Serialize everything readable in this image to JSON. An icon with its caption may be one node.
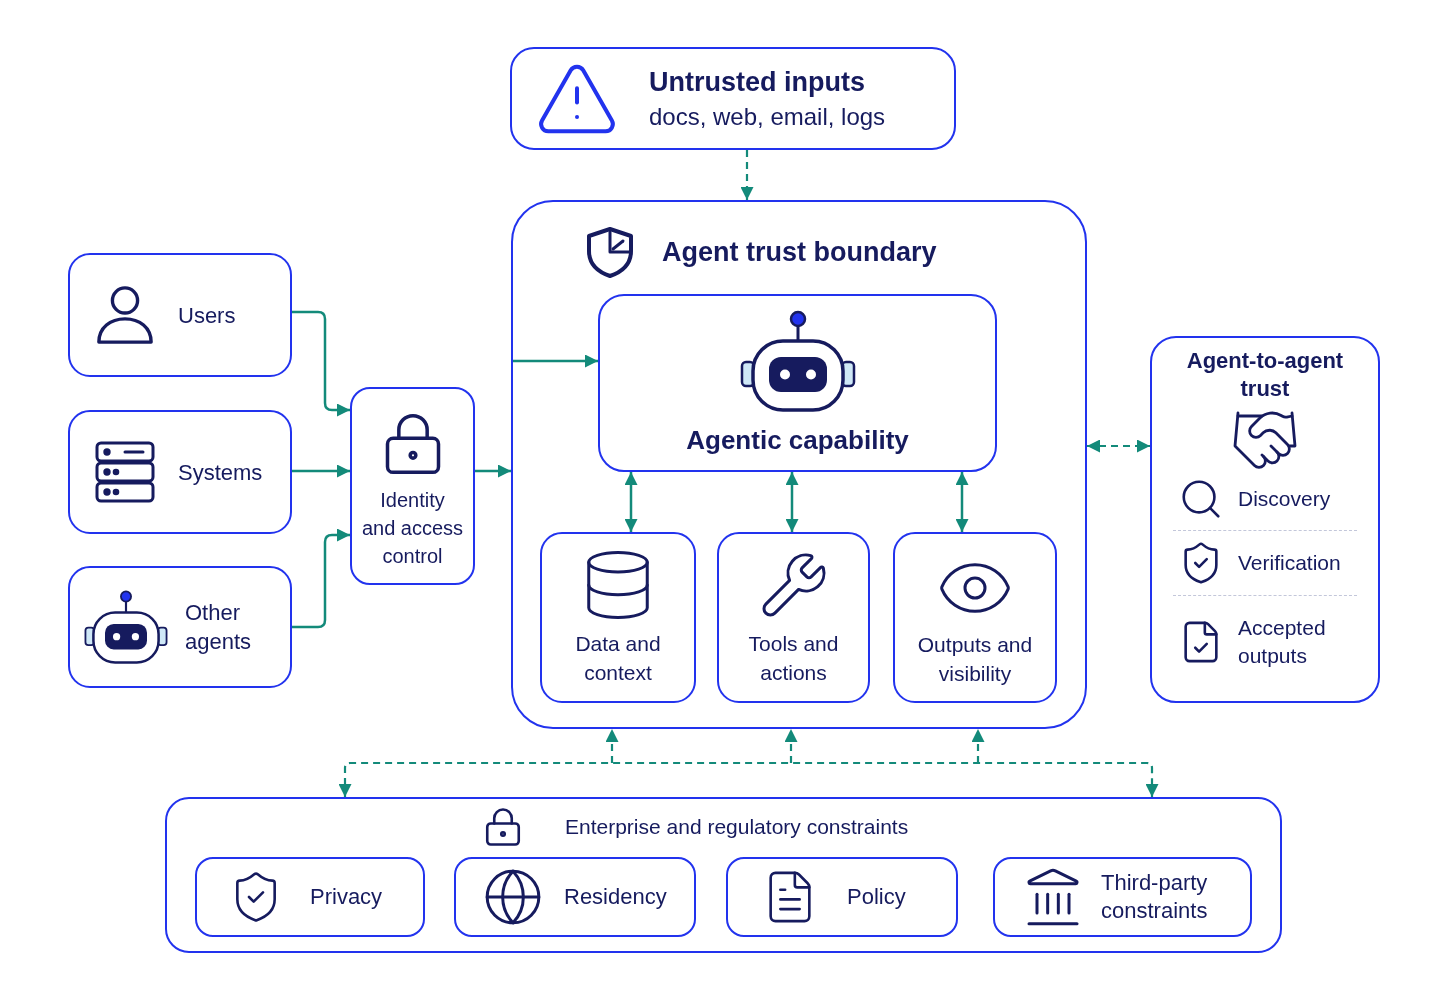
{
  "diagram": {
    "nodes": [
      {
        "text": [
          "Untrusted inputs",
          "docs, web, email, logs"
        ]
      },
      {
        "text": [
          "Users"
        ]
      },
      {
        "text": [
          "Systems"
        ]
      },
      {
        "text": [
          "Other agents"
        ]
      },
      {
        "text": [
          "Identity and access control"
        ]
      },
      {
        "text": [
          "Agent trust boundary"
        ]
      },
      {
        "text": [
          "Agentic capability"
        ],
        "in": 5
      },
      {
        "text": [
          "Data and context"
        ],
        "in": 5
      },
      {
        "text": [
          "Tools and actions"
        ],
        "in": 5
      },
      {
        "text": [
          "Outputs and visibility"
        ],
        "in": 5
      },
      {
        "text": [
          "Agent-to-agent trust",
          "Discovery",
          "Verification",
          "Accepted outputs"
        ]
      },
      {
        "text": [
          "Enterprise and regulatory constraints"
        ]
      },
      {
        "text": [
          "Privacy"
        ],
        "in": 11
      },
      {
        "text": [
          "Residency"
        ],
        "in": 11
      },
      {
        "text": [
          "Policy"
        ],
        "in": 11
      },
      {
        "text": [
          "Third-party constraints"
        ],
        "in": 11
      }
    ],
    "edges": [
      {
        "from": 0,
        "to": 5,
        "arrow": "to",
        "style": "dashed"
      },
      {
        "from": 1,
        "to": 4,
        "arrow": "to"
      },
      {
        "from": 2,
        "to": 4,
        "arrow": "to"
      },
      {
        "from": 3,
        "to": 4,
        "arrow": "to"
      },
      {
        "from": 4,
        "to": 5,
        "arrow": "to"
      },
      {
        "from": 5,
        "to": 6,
        "arrow": "to"
      },
      {
        "from": 6,
        "to": 7,
        "arrow": "both"
      },
      {
        "from": 6,
        "to": 8,
        "arrow": "both"
      },
      {
        "from": 6,
        "to": 9,
        "arrow": "both"
      },
      {
        "from": 5,
        "to": 10,
        "arrow": "both",
        "style": "dashed"
      },
      {
        "from": 11,
        "to": 5,
        "arrow": "both",
        "style": "dashed"
      }
    ]
  }
}
